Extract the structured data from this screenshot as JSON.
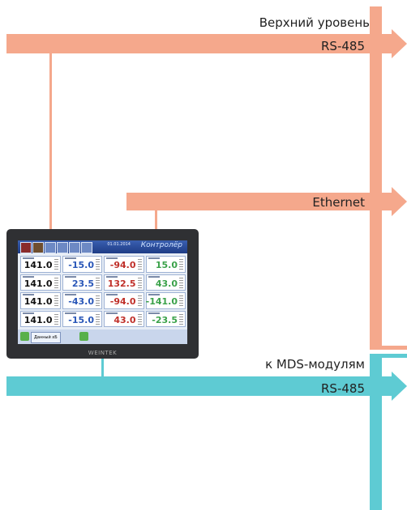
{
  "labels": {
    "top_level": "Верхний уровень",
    "rs485_top": "RS-485",
    "ethernet": "Ethernet",
    "mds_modules": "к MDS-модулям",
    "rs485_bottom": "RS-485"
  },
  "hmi": {
    "date": "01.01.2014",
    "brand": "Контролёр",
    "bezel_logo": "WEINTEK",
    "button_label": "Данный хБ",
    "values": [
      "141.0",
      "-15.0",
      "-94.0",
      "15.0",
      "141.0",
      "23.5",
      "132.5",
      "43.0",
      "141.0",
      "-43.0",
      "-94.0",
      "-141.0",
      "141.0",
      "-15.0",
      "43.0",
      "-23.5"
    ],
    "value_colors": [
      "#111111",
      "#2a57b8",
      "#c0302a",
      "#3ba24a",
      "#111111",
      "#2a57b8",
      "#c0302a",
      "#3ba24a",
      "#111111",
      "#2a57b8",
      "#c0302a",
      "#3ba24a",
      "#111111",
      "#2a57b8",
      "#c0302a",
      "#3ba24a"
    ]
  },
  "colors": {
    "upper_network": "#f5a88c",
    "lower_network": "#5ecbd3"
  }
}
